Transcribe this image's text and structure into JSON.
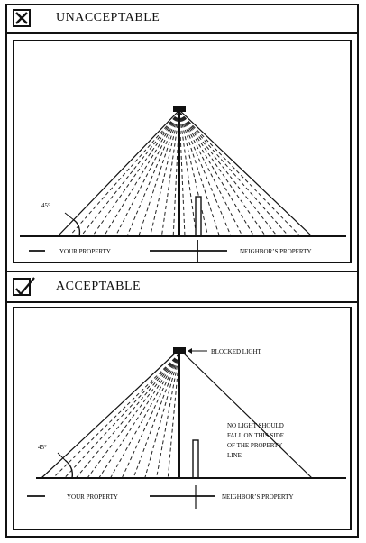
{
  "sections": {
    "unacceptable": {
      "header": "UNACCEPTABLE",
      "angle_label": "45°",
      "your_property": "YOUR PROPERTY",
      "neighbor_property": "NEIGHBOR’S PROPERTY",
      "status_icon": "x-mark-icon"
    },
    "acceptable": {
      "header": "ACCEPTABLE",
      "angle_label": "45°",
      "your_property": "YOUR PROPERTY",
      "neighbor_property": "NEIGHBOR’S PROPERTY",
      "blocked_light": "BLOCKED LIGHT",
      "note_lines": [
        "NO LIGHT SHOULD",
        "FALL ON THIS SIDE",
        "OF THE PROPERTY",
        "LINE"
      ],
      "status_icon": "checkmark-icon"
    }
  },
  "colors": {
    "ink": "#111111",
    "paper": "#ffffff"
  }
}
